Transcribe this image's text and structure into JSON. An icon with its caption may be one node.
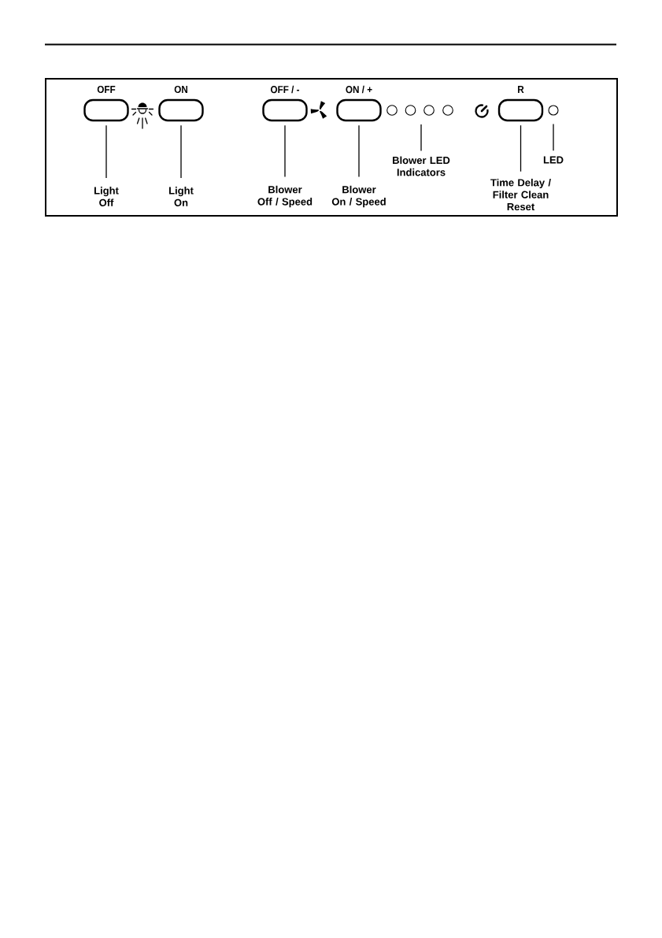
{
  "diagram": {
    "nodes": [
      {
        "text": [],
        "shape": "box"
      },
      {
        "text": [
          "OFF"
        ],
        "in": 0
      },
      {
        "text": [
          "ON"
        ],
        "in": 0
      },
      {
        "text": [
          "OFF / -"
        ],
        "in": 0
      },
      {
        "text": [
          "ON / +"
        ],
        "in": 0
      },
      {
        "text": [],
        "shape": "circle",
        "in": 0
      },
      {
        "text": [],
        "shape": "circle",
        "in": 0
      },
      {
        "text": [],
        "shape": "circle",
        "in": 0
      },
      {
        "text": [],
        "shape": "circle",
        "in": 0
      },
      {
        "text": [
          "R"
        ],
        "in": 0
      },
      {
        "text": [],
        "shape": "circle",
        "in": 0
      },
      {
        "text": [
          "Blower LED Indicators"
        ],
        "in": 0
      },
      {
        "text": [
          "LED"
        ],
        "in": 0
      },
      {
        "text": [
          "Light Off"
        ],
        "in": 0
      },
      {
        "text": [
          "Light On"
        ],
        "in": 0
      },
      {
        "text": [
          "Blower Off / Speed"
        ],
        "in": 0
      },
      {
        "text": [
          "Blower On / Speed"
        ],
        "in": 0
      },
      {
        "text": [
          "Time Delay / Filter Clean Reset"
        ],
        "in": 0
      }
    ],
    "edges": [
      {
        "from": 13,
        "to": 1,
        "arrow": "none"
      },
      {
        "from": 14,
        "to": 2,
        "arrow": "none"
      },
      {
        "from": 15,
        "to": 3,
        "arrow": "none"
      },
      {
        "from": 16,
        "to": 4,
        "arrow": "none"
      },
      {
        "from": 11,
        "to": null,
        "arrow": "none"
      },
      {
        "from": 17,
        "to": 9,
        "arrow": "none"
      },
      {
        "from": 12,
        "to": 10,
        "arrow": "none"
      }
    ]
  }
}
